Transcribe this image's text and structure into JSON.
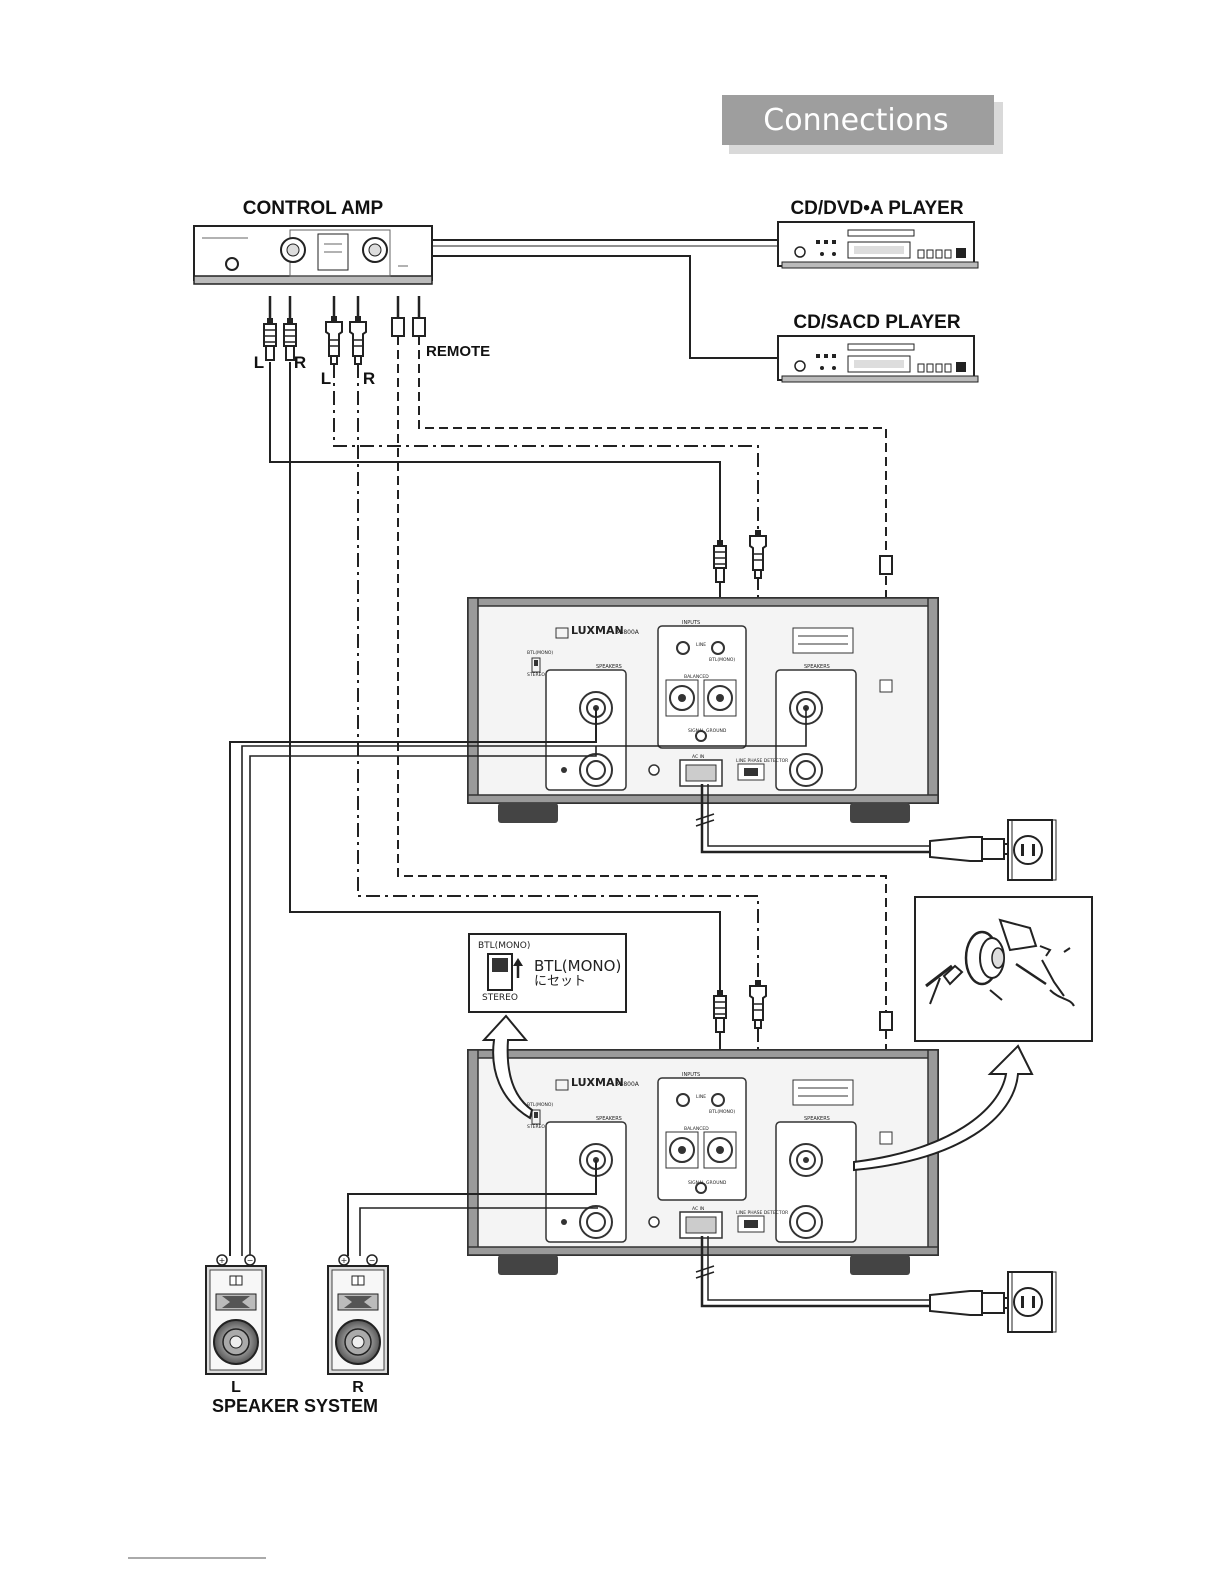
{
  "header": {
    "title": "Connections"
  },
  "devices": {
    "control_amp": "CONTROL AMP",
    "cd_dvd_player": "CD/DVD•A PLAYER",
    "cd_sacd_player": "CD/SACD PLAYER",
    "power_amp_brand": "LUXMAN",
    "power_amp_model": "M-800A"
  },
  "connectors": {
    "rca_left": "L",
    "rca_right": "R",
    "xlr_left": "L",
    "xlr_right": "R",
    "remote": "REMOTE"
  },
  "panel_labels": {
    "inputs": "INPUTS",
    "speakers": "SPEAKERS",
    "line": "LINE",
    "balanced": "BALANCED",
    "btl_mono": "BTL(MONO)",
    "stereo": "STEREO",
    "signal_ground": "SIGNAL GROUND",
    "ac_in": "AC IN",
    "line_phase_detector": "LINE PHASE DETECTOR"
  },
  "inset_btl": {
    "top": "BTL(MONO)",
    "setting_line1": "BTL(MONO)",
    "setting_line2": "にセット",
    "bottom": "STEREO"
  },
  "speakers": {
    "left": "L",
    "right": "R",
    "caption": "SPEAKER SYSTEM",
    "plus": "+",
    "minus": "−"
  }
}
